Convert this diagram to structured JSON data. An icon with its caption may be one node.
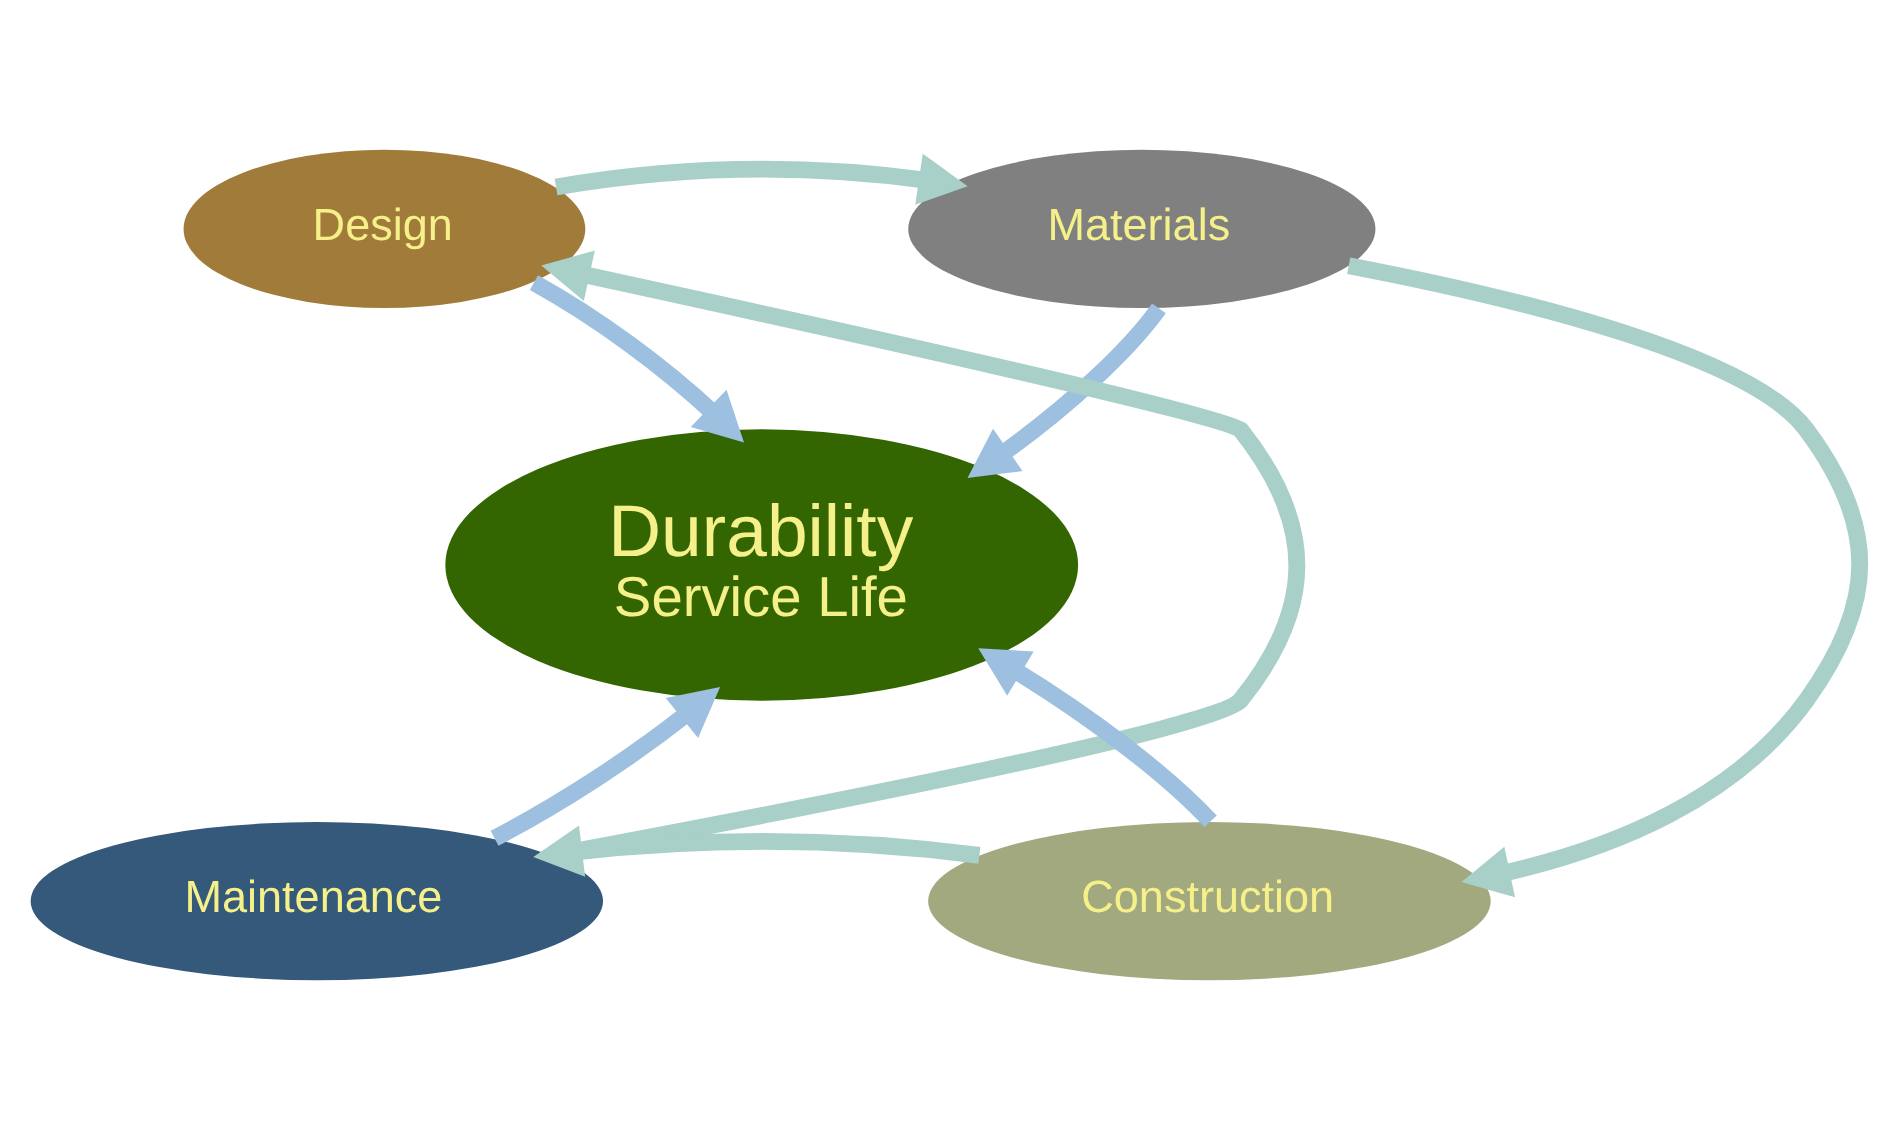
{
  "diagram": {
    "nodes": [
      {
        "text": [
          "Design"
        ]
      },
      {
        "text": [
          "Materials"
        ]
      },
      {
        "text": [
          "Durability",
          "Service Life"
        ]
      },
      {
        "text": [
          "Maintenance"
        ]
      },
      {
        "text": [
          "Construction"
        ]
      }
    ],
    "edges": [
      {
        "from": 0,
        "to": 1,
        "arrow": "to",
        "color": "#a9cfc9"
      },
      {
        "from": 1,
        "to": 4,
        "arrow": "to",
        "color": "#a9cfc9"
      },
      {
        "from": 4,
        "to": 3,
        "arrow": "to",
        "color": "#a9cfc9"
      },
      {
        "from": 3,
        "to": 0,
        "arrow": "to",
        "color": "#a9cfc9"
      },
      {
        "from": 0,
        "to": 2,
        "arrow": "to",
        "color": "#9dbfe0"
      },
      {
        "from": 1,
        "to": 2,
        "arrow": "to",
        "color": "#9dbfe0"
      },
      {
        "from": 3,
        "to": 2,
        "arrow": "to",
        "color": "#9dbfe0"
      },
      {
        "from": 4,
        "to": 2,
        "arrow": "to",
        "color": "#9dbfe0"
      }
    ]
  }
}
